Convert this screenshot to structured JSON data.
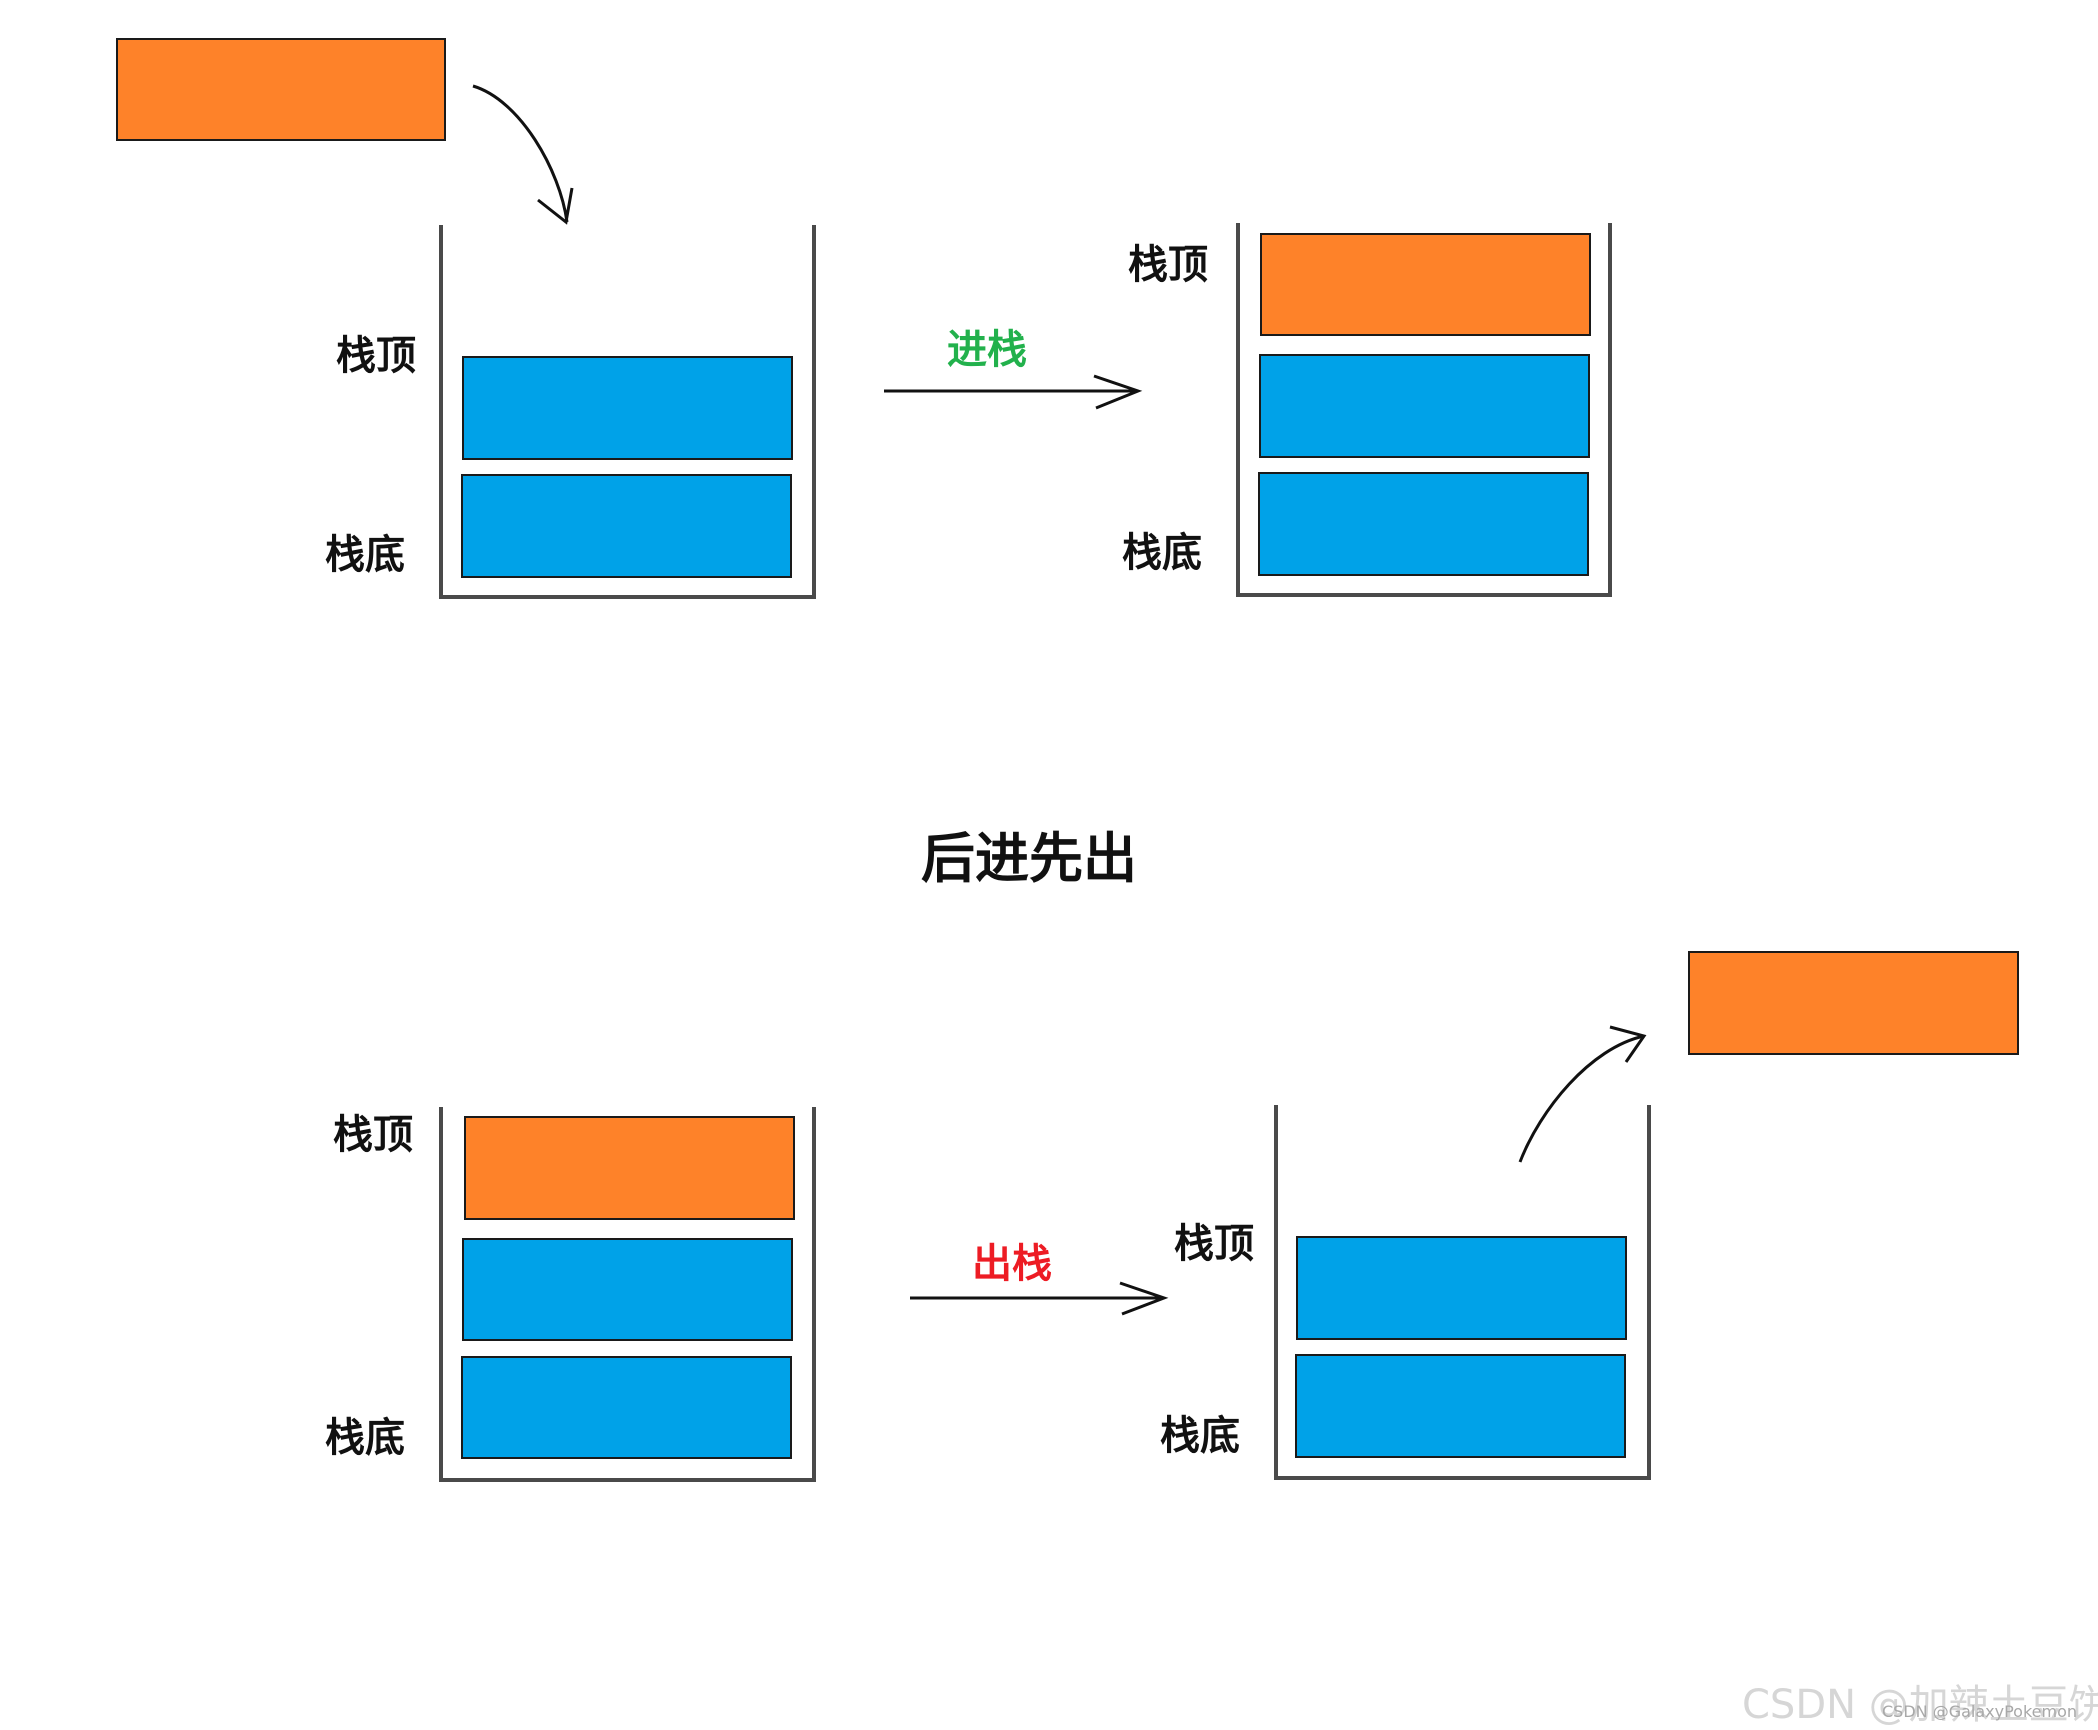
{
  "diagram": {
    "title": "后进先出",
    "labels": {
      "top": "栈顶",
      "bottom": "栈底"
    },
    "operations": {
      "push": {
        "label": "进栈",
        "color": "#22b14c"
      },
      "pop": {
        "label": "出栈",
        "color": "#ed1c24"
      }
    },
    "colors": {
      "new_element": "#fe8229",
      "existing_element": "#00a2e8",
      "stroke": "#4a4a4a"
    },
    "panels": [
      {
        "name": "before-push",
        "stack": [
          "blue",
          "blue"
        ],
        "outside": "orange"
      },
      {
        "name": "after-push",
        "stack": [
          "blue",
          "blue",
          "orange"
        ]
      },
      {
        "name": "before-pop",
        "stack": [
          "blue",
          "blue",
          "orange"
        ]
      },
      {
        "name": "after-pop",
        "stack": [
          "blue",
          "blue"
        ],
        "outside": "orange"
      }
    ]
  },
  "watermark": {
    "main": "CSDN @加辣土豆饼",
    "overlay": "CSDN @GalaxyPokemon"
  }
}
